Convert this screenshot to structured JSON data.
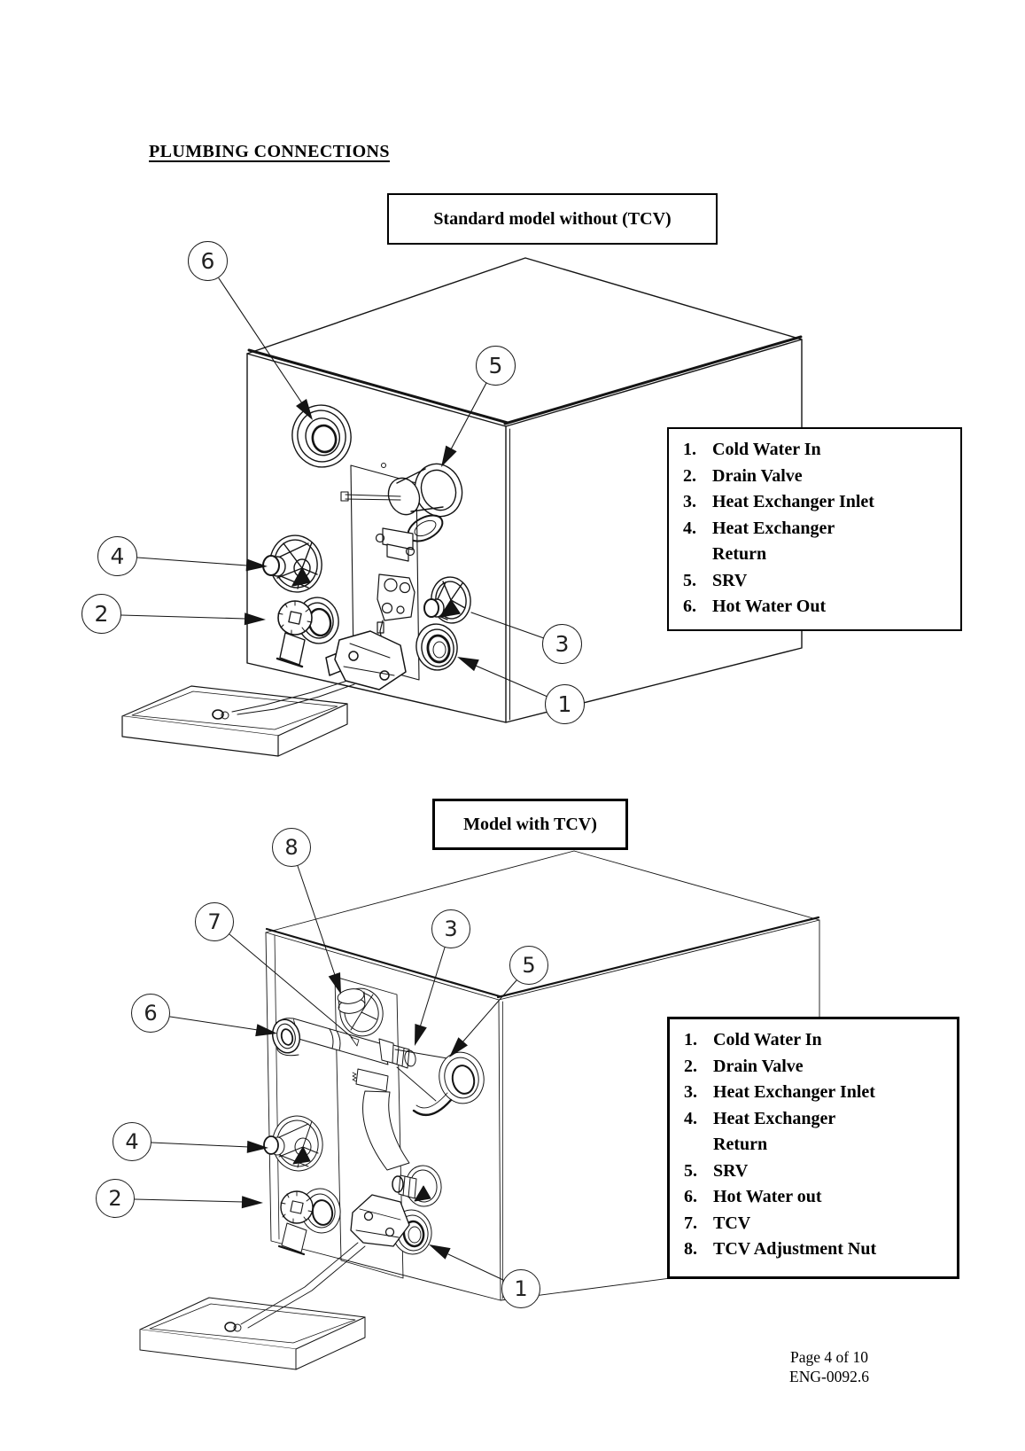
{
  "page": {
    "title": "PLUMBING CONNECTIONS",
    "footer": {
      "page_label": "Page 4 of 10",
      "doc_number": "ENG-0092.6"
    }
  },
  "diagram1": {
    "caption": "Standard model without (TCV)",
    "legend_items": [
      "Cold Water In",
      "Drain Valve",
      "Heat Exchanger Inlet",
      "Heat Exchanger\nReturn",
      "SRV",
      "Hot Water Out"
    ],
    "callouts": [
      "6",
      "5",
      "4",
      "2",
      "3",
      "1"
    ]
  },
  "diagram2": {
    "caption": "Model with TCV)",
    "legend_items": [
      "Cold Water In",
      "Drain Valve",
      "Heat Exchanger Inlet",
      "Heat Exchanger\nReturn",
      "SRV",
      "Hot Water out",
      "TCV",
      "TCV Adjustment Nut"
    ],
    "callouts": [
      "8",
      "7",
      "3",
      "5",
      "6",
      "4",
      "2",
      "1"
    ]
  }
}
